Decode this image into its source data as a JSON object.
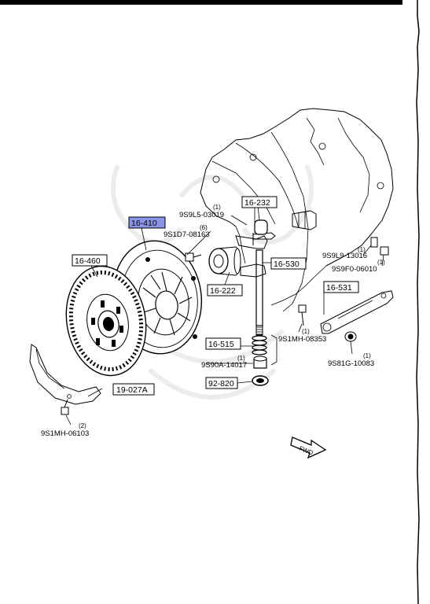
{
  "colors": {
    "ink": "#000000",
    "paper": "#ffffff",
    "highlight": "#8c93e6",
    "watermark": "#e8e8e8"
  },
  "part_boxes": {
    "p16_410": "16-410",
    "p16_460": "16-460",
    "p16_232": "16-232",
    "p16_530": "16-530",
    "p16_222": "16-222",
    "p16_531": "16-531",
    "p16_515": "16-515",
    "p92_820": "92-820",
    "p19_027A": "19-027A"
  },
  "fasteners": {
    "f9S9L5": {
      "qty": "(1)",
      "code": "9S9L5-03019"
    },
    "f9S1D7": {
      "qty": "(6)",
      "code": "9S1D7-08163"
    },
    "f9S9L9": {
      "qty": "(1)",
      "code": "9S9L9-13016"
    },
    "f9S9F0": {
      "qty": "(1)",
      "code": "9S9F0-06010"
    },
    "f9S1MH_08353": {
      "qty": "(1)",
      "code": "9S1MH-08353"
    },
    "f9S90A": {
      "qty": "(1)",
      "code": "9S90A-14017"
    },
    "f9S81G": {
      "qty": "(1)",
      "code": "9S81G-10083"
    },
    "f9S1MH_06103": {
      "qty": "(2)",
      "code": "9S1MH-06103"
    }
  },
  "direction": {
    "fwd": "FWD"
  }
}
